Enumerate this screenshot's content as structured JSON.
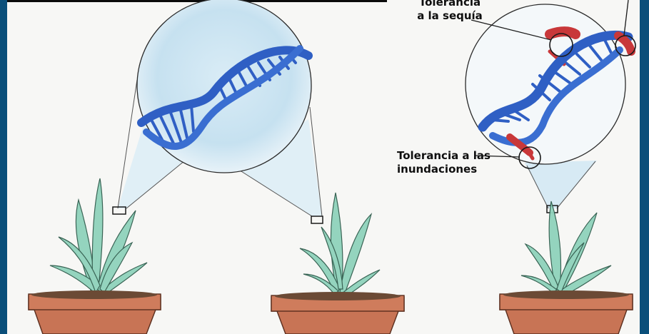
{
  "labels": {
    "drought_tolerance": [
      "Tolerancia",
      "a la sequía"
    ],
    "flood_tolerance": [
      "Tolerancia a las",
      "inundaciones"
    ]
  },
  "colors": {
    "dna_blue": "#2f5fc4",
    "marker_red": "#c8383a",
    "leaf_green": "#8fd3bc",
    "pot_terracotta": "#c87455",
    "soil_brown": "#6b4a35",
    "zoom_wash": "#cfe6f2",
    "frame_blue": "#0b4f7a"
  }
}
